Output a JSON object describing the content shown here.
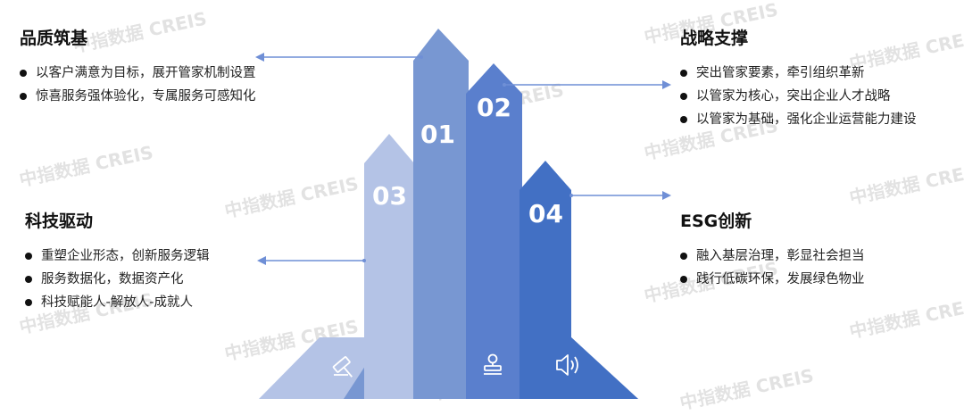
{
  "watermark": {
    "text": "中指数据 CREIS"
  },
  "colors": {
    "light": "#b4c3e6",
    "mid": "#7897d2",
    "dark": "#5a7fcd",
    "darkest": "#4270c4",
    "line": "#6f8fd6",
    "text": "#111111"
  },
  "sections": [
    {
      "id": "quality",
      "title": "品质筑基",
      "items": [
        "以客户满意为目标，展开管家机制设置",
        "惊喜服务强体验化，专属服务可感知化"
      ]
    },
    {
      "id": "strategy",
      "title": "战略支撑",
      "items": [
        "突出管家要素，牵引组织革新",
        "以管家为核心，突出企业人才战略",
        "以管家为基础，强化企业运营能力建设"
      ]
    },
    {
      "id": "tech",
      "title": "科技驱动",
      "items": [
        "重塑企业形态，创新服务逻辑",
        "服务数据化，数据资产化",
        "科技赋能人-解放人-成就人"
      ]
    },
    {
      "id": "esg",
      "title": "ESG创新",
      "items": [
        "融入基层治理，彰显社会担当",
        "践行低碳环保，发展绿色物业"
      ]
    }
  ],
  "columns": [
    {
      "number": "01"
    },
    {
      "number": "02"
    },
    {
      "number": "03"
    },
    {
      "number": "04"
    }
  ],
  "icons": [
    "gavel-icon",
    "stamp-icon",
    "speaker-icon"
  ]
}
